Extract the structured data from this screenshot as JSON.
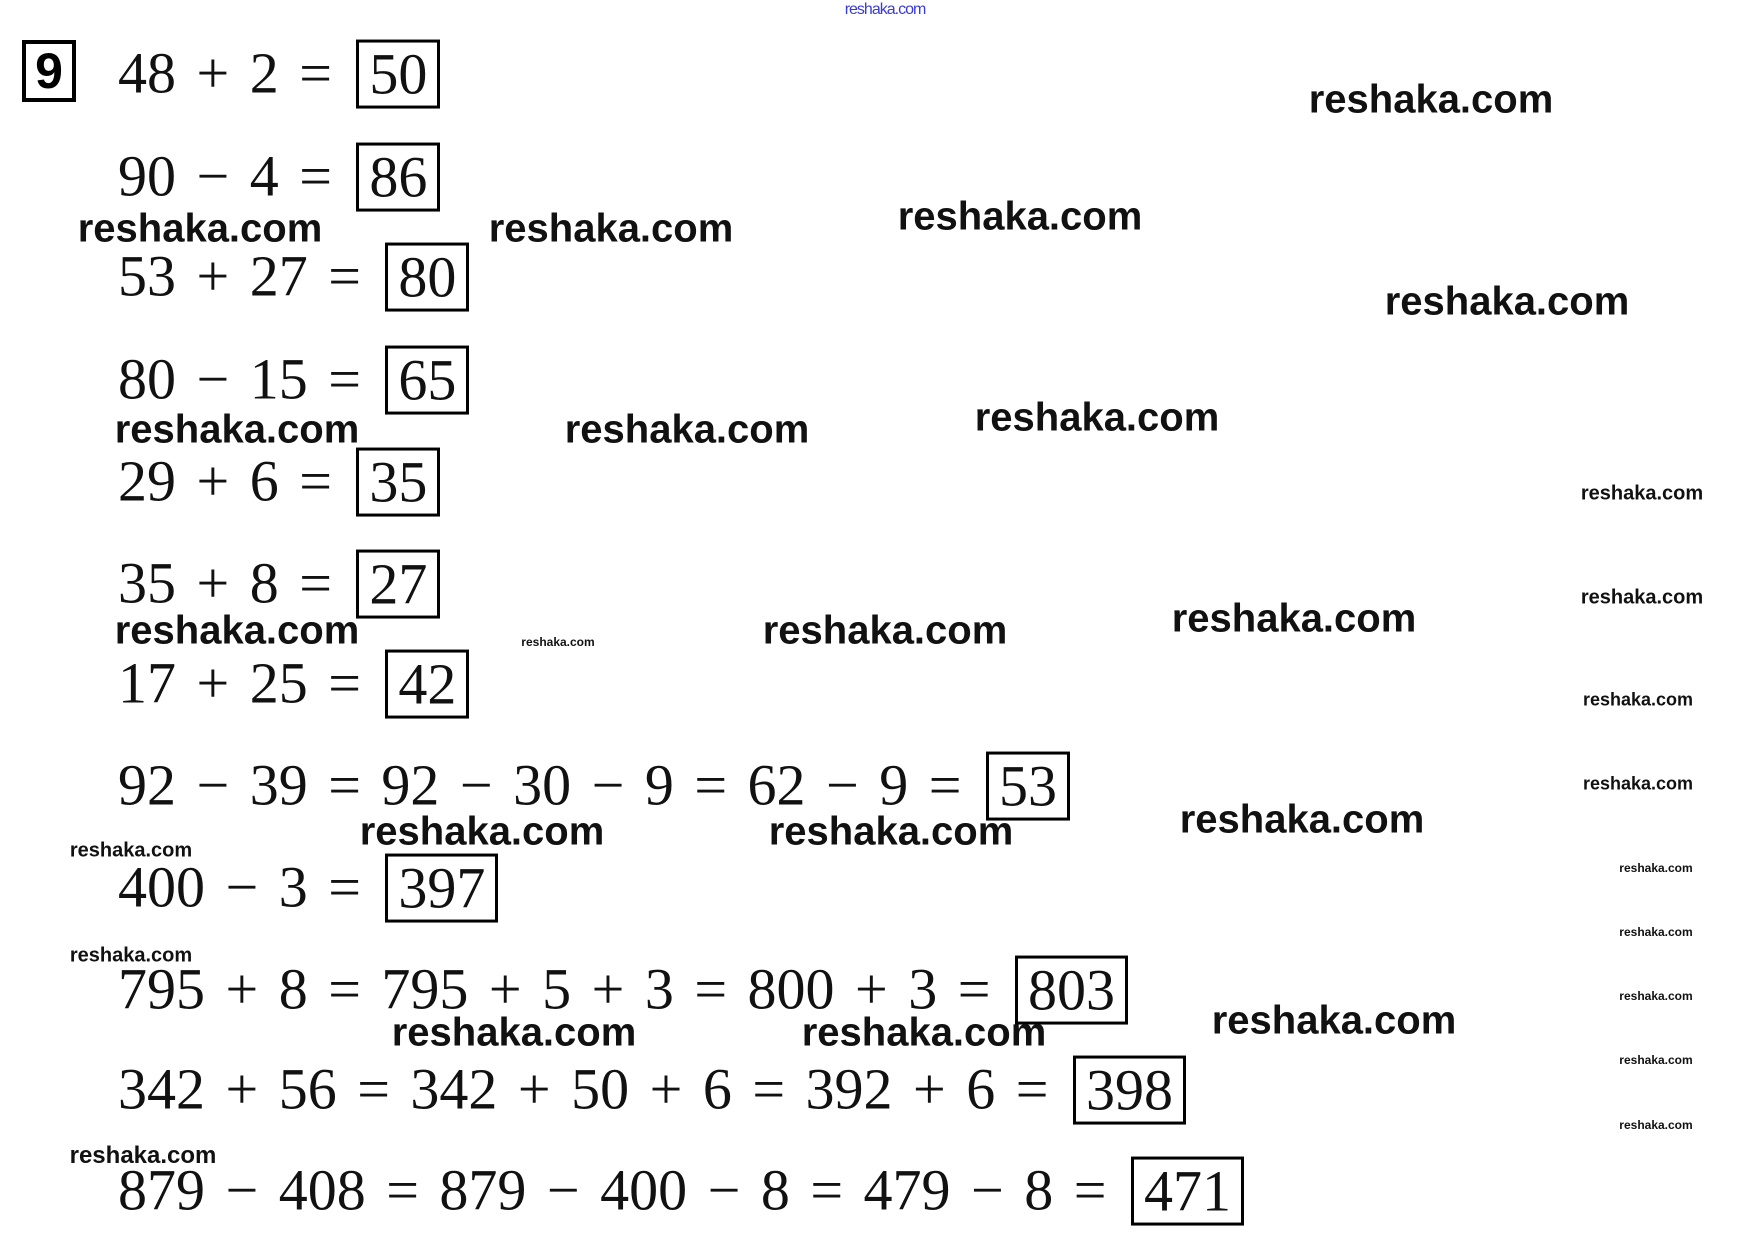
{
  "task_number": "9",
  "equations": [
    {
      "expr": "48 + 2 = ",
      "answer": "50"
    },
    {
      "expr": "90 − 4 = ",
      "answer": "86"
    },
    {
      "expr": "53 + 27 = ",
      "answer": "80"
    },
    {
      "expr": "80 − 15 = ",
      "answer": "65"
    },
    {
      "expr": "29 + 6 = ",
      "answer": "35"
    },
    {
      "expr": "35 + 8 = ",
      "answer": "27"
    },
    {
      "expr": "17 + 25 = ",
      "answer": "42"
    },
    {
      "expr": "92 − 39 = 92 − 30 − 9 = 62 − 9 = ",
      "answer": "53"
    },
    {
      "expr": "400 − 3 = ",
      "answer": "397"
    },
    {
      "expr": "795 + 8 = 795 + 5 + 3 = 800 + 3 = ",
      "answer": "803"
    },
    {
      "expr": "342 + 56 = 342 + 50 + 6 = 392 + 6 = ",
      "answer": "398"
    },
    {
      "expr": "879 − 408 = 879 − 400 − 8 = 479 − 8 = ",
      "answer": "471"
    }
  ],
  "watermark": "reshaka.com"
}
